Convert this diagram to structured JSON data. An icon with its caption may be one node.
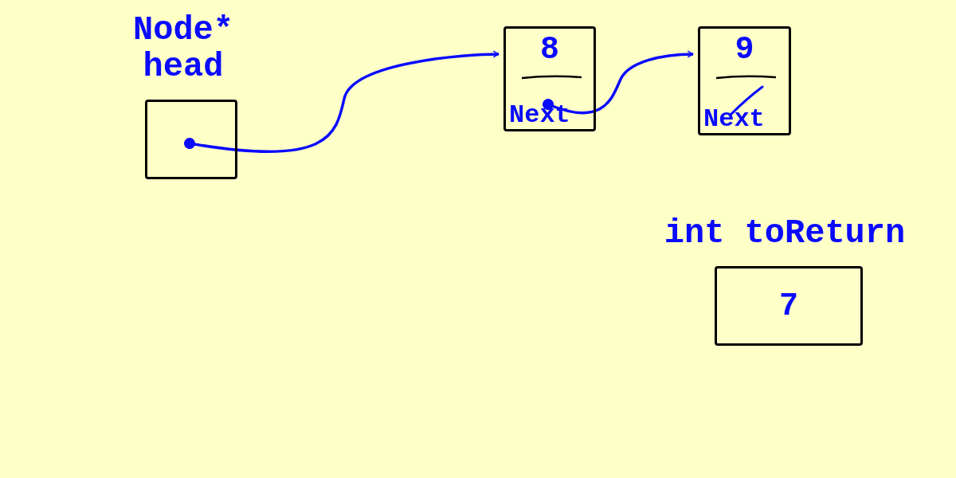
{
  "diagram": {
    "nodes": [
      {
        "text": [
          "Node* head"
        ]
      },
      {
        "text": [
          "8",
          "Next"
        ]
      },
      {
        "text": [
          "9",
          "Next"
        ]
      },
      {
        "text": [
          "int toReturn",
          "7"
        ]
      }
    ],
    "edges": [
      {
        "from": 0,
        "to": 1,
        "arrow": "to"
      },
      {
        "from": 1,
        "to": 2,
        "arrow": "to"
      }
    ]
  }
}
